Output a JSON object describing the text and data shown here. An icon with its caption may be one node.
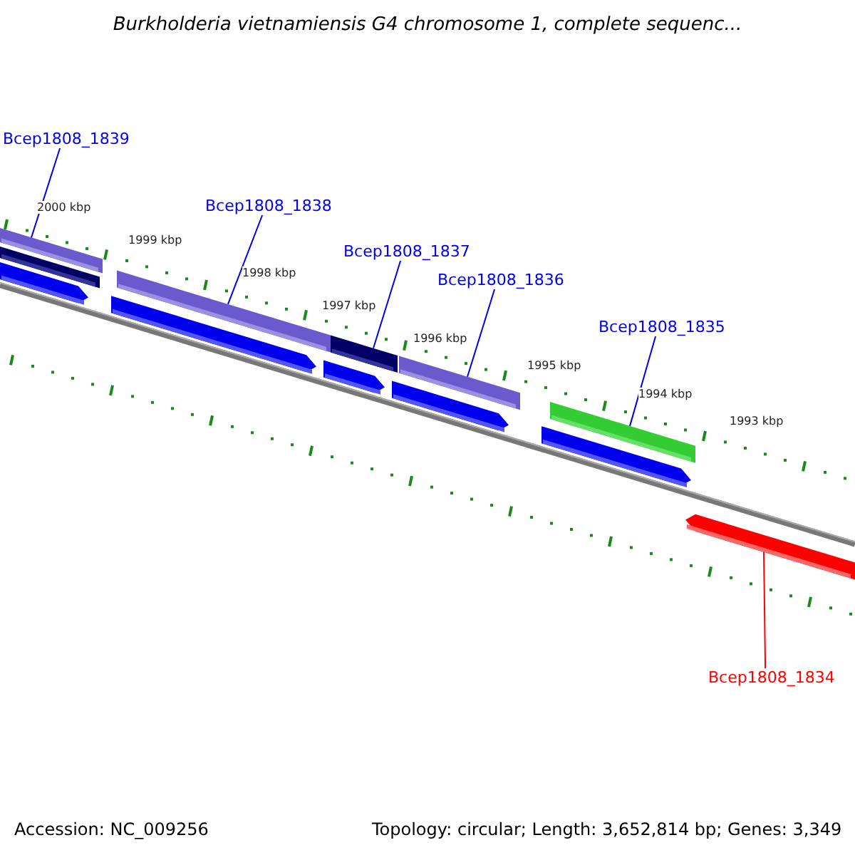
{
  "diagram": {
    "title": "Burkholderia vietnamiensis G4 chromosome 1, complete sequenc...",
    "nodes": [
      {
        "text": [
          "Bcep1808_1839"
        ]
      },
      {
        "text": [
          "Bcep1808_1838"
        ]
      },
      {
        "text": [
          "Bcep1808_1837"
        ]
      },
      {
        "text": [
          "Bcep1808_1836"
        ]
      },
      {
        "text": [
          "Bcep1808_1835"
        ]
      },
      {
        "text": [
          "Bcep1808_1834"
        ]
      },
      {
        "text": [],
        "shape": "bar"
      },
      {
        "text": [],
        "shape": "bar"
      },
      {
        "text": [],
        "shape": "bar"
      },
      {
        "text": [],
        "shape": "bar"
      },
      {
        "text": [],
        "shape": "bar"
      },
      {
        "text": [],
        "shape": "arrow"
      },
      {
        "text": [],
        "shape": "bar"
      },
      {
        "text": [],
        "shape": "arrow"
      },
      {
        "text": [],
        "shape": "arrow"
      },
      {
        "text": [],
        "shape": "arrow"
      },
      {
        "text": [],
        "shape": "arrow"
      },
      {
        "text": [],
        "shape": "arrow"
      }
    ],
    "edges": [
      {
        "from": 0,
        "to": 6,
        "arrow": "none"
      },
      {
        "from": 1,
        "to": 7,
        "arrow": "none"
      },
      {
        "from": 2,
        "to": 8,
        "arrow": "none"
      },
      {
        "from": 3,
        "to": 9,
        "arrow": "none"
      },
      {
        "from": 4,
        "to": 10,
        "arrow": "none"
      },
      {
        "from": 5,
        "to": 11,
        "arrow": "none",
        "color": "#ff0000"
      }
    ],
    "labels": [
      "2000 kbp",
      "1999 kbp",
      "1998 kbp",
      "1997 kbp",
      "1996 kbp",
      "1995 kbp",
      "1994 kbp",
      "1993 kbp",
      "Accession: NC_009256",
      "Topology: circular; Length: 3,652,814 bp; Genes: 3,349"
    ]
  }
}
